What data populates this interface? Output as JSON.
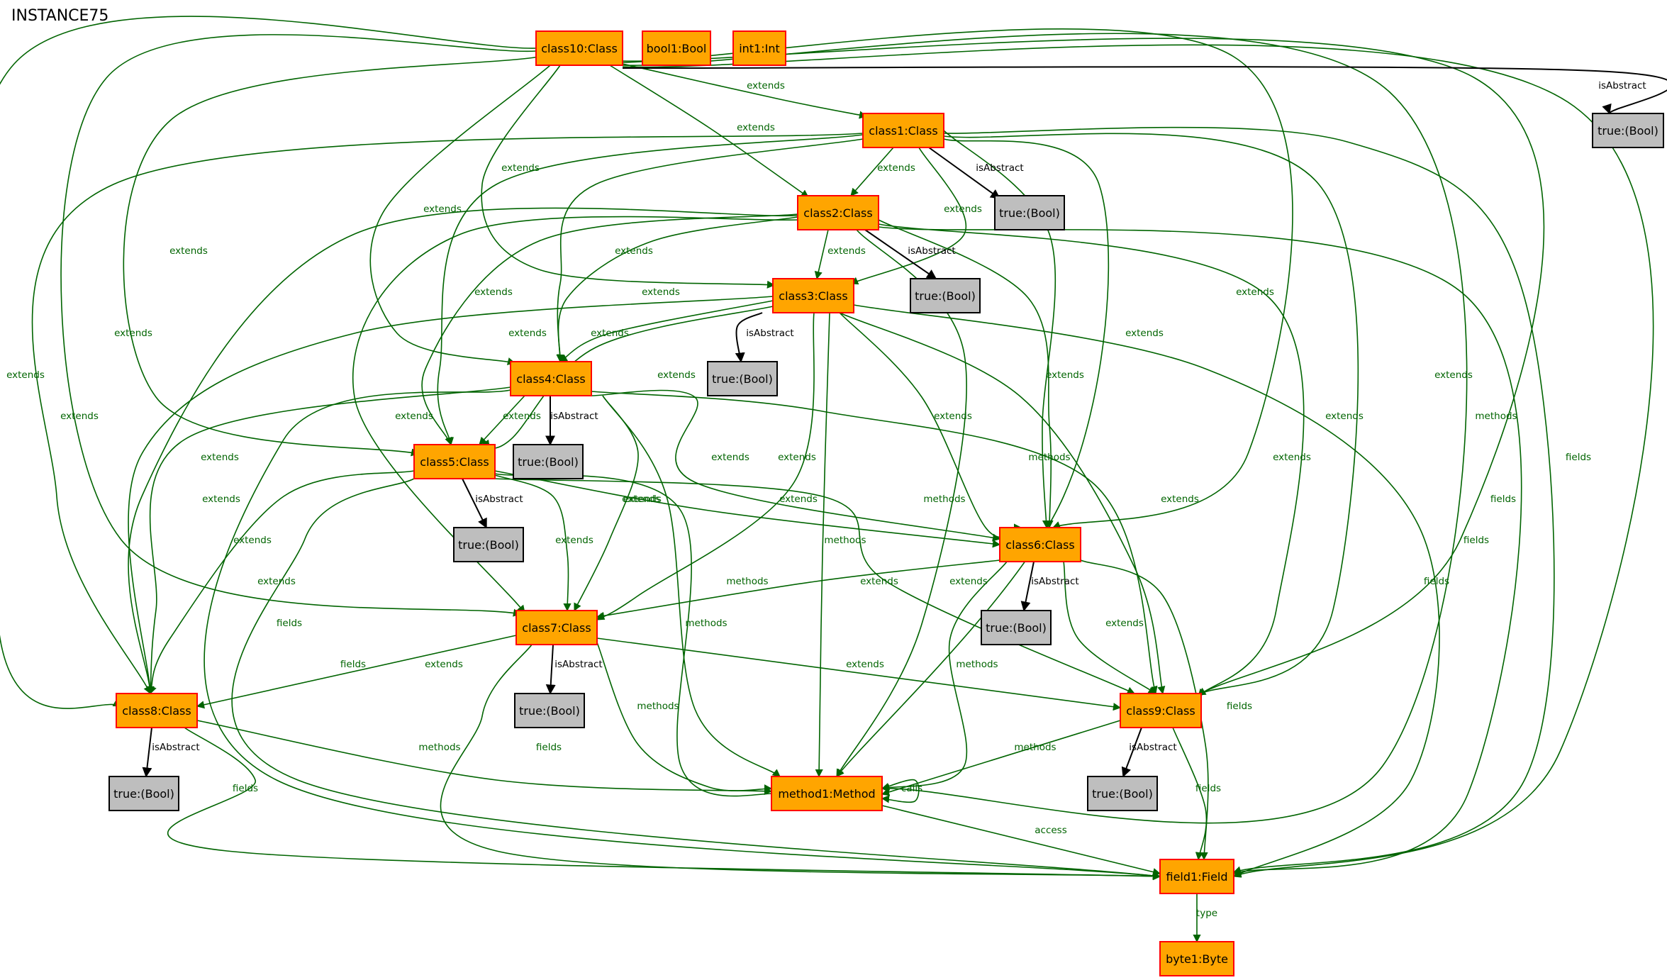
{
  "title": "INSTANCE75",
  "colors": {
    "object_fill": "#ffa500",
    "object_stroke": "#ff0000",
    "value_fill": "#bebebe",
    "value_stroke": "#000000",
    "edge_green": "#006400",
    "edge_black": "#000000"
  },
  "nodes": [
    {
      "id": "class10",
      "label": "class10:Class",
      "kind": "object"
    },
    {
      "id": "bool1",
      "label": "bool1:Bool",
      "kind": "object"
    },
    {
      "id": "int1",
      "label": "int1:Int",
      "kind": "object"
    },
    {
      "id": "class1",
      "label": "class1:Class",
      "kind": "object"
    },
    {
      "id": "class2",
      "label": "class2:Class",
      "kind": "object"
    },
    {
      "id": "class3",
      "label": "class3:Class",
      "kind": "object"
    },
    {
      "id": "class4",
      "label": "class4:Class",
      "kind": "object"
    },
    {
      "id": "class5",
      "label": "class5:Class",
      "kind": "object"
    },
    {
      "id": "class6",
      "label": "class6:Class",
      "kind": "object"
    },
    {
      "id": "class7",
      "label": "class7:Class",
      "kind": "object"
    },
    {
      "id": "class8",
      "label": "class8:Class",
      "kind": "object"
    },
    {
      "id": "class9",
      "label": "class9:Class",
      "kind": "object"
    },
    {
      "id": "method1",
      "label": "method1:Method",
      "kind": "object"
    },
    {
      "id": "field1",
      "label": "field1:Field",
      "kind": "object"
    },
    {
      "id": "byte1",
      "label": "byte1:Byte",
      "kind": "object"
    },
    {
      "id": "t10",
      "label": "true:(Bool)",
      "kind": "value"
    },
    {
      "id": "t1",
      "label": "true:(Bool)",
      "kind": "value"
    },
    {
      "id": "t2",
      "label": "true:(Bool)",
      "kind": "value"
    },
    {
      "id": "t3",
      "label": "true:(Bool)",
      "kind": "value"
    },
    {
      "id": "t4",
      "label": "true:(Bool)",
      "kind": "value"
    },
    {
      "id": "t5",
      "label": "true:(Bool)",
      "kind": "value"
    },
    {
      "id": "t6",
      "label": "true:(Bool)",
      "kind": "value"
    },
    {
      "id": "t7",
      "label": "true:(Bool)",
      "kind": "value"
    },
    {
      "id": "t8",
      "label": "true:(Bool)",
      "kind": "value"
    },
    {
      "id": "t9",
      "label": "true:(Bool)",
      "kind": "value"
    }
  ],
  "edges": [
    {
      "from": "class10",
      "to": "class1",
      "label": "extends"
    },
    {
      "from": "class10",
      "to": "class2",
      "label": "extends"
    },
    {
      "from": "class10",
      "to": "class3",
      "label": "extends"
    },
    {
      "from": "class10",
      "to": "class4",
      "label": "extends"
    },
    {
      "from": "class10",
      "to": "class5",
      "label": "extends"
    },
    {
      "from": "class10",
      "to": "class6",
      "label": "extends"
    },
    {
      "from": "class10",
      "to": "class7",
      "label": "extends"
    },
    {
      "from": "class10",
      "to": "class8",
      "label": "extends"
    },
    {
      "from": "class10",
      "to": "class9",
      "label": "extends"
    },
    {
      "from": "class10",
      "to": "method1",
      "label": "methods"
    },
    {
      "from": "class10",
      "to": "field1",
      "label": "fields"
    },
    {
      "from": "class10",
      "to": "t10",
      "label": "isAbstract"
    },
    {
      "from": "class1",
      "to": "class2",
      "label": "extends"
    },
    {
      "from": "class1",
      "to": "class3",
      "label": "extends"
    },
    {
      "from": "class1",
      "to": "class4",
      "label": "extends"
    },
    {
      "from": "class1",
      "to": "class5",
      "label": "extends"
    },
    {
      "from": "class1",
      "to": "class6",
      "label": "extends"
    },
    {
      "from": "class1",
      "to": "class8",
      "label": "extends"
    },
    {
      "from": "class1",
      "to": "class9",
      "label": "extends"
    },
    {
      "from": "class1",
      "to": "method1",
      "label": "methods"
    },
    {
      "from": "class1",
      "to": "field1",
      "label": "fields"
    },
    {
      "from": "class1",
      "to": "t1",
      "label": "isAbstract"
    },
    {
      "from": "class2",
      "to": "class3",
      "label": "extends"
    },
    {
      "from": "class2",
      "to": "class4",
      "label": "extends"
    },
    {
      "from": "class2",
      "to": "class5",
      "label": "extends"
    },
    {
      "from": "class2",
      "to": "class6",
      "label": "extends"
    },
    {
      "from": "class2",
      "to": "class7",
      "label": "extends"
    },
    {
      "from": "class2",
      "to": "class8",
      "label": "extends"
    },
    {
      "from": "class2",
      "to": "class9",
      "label": "extends"
    },
    {
      "from": "class2",
      "to": "method1",
      "label": "methods"
    },
    {
      "from": "class2",
      "to": "field1",
      "label": "fields"
    },
    {
      "from": "class2",
      "to": "t2",
      "label": "isAbstract"
    },
    {
      "from": "class3",
      "to": "class4",
      "label": "extends"
    },
    {
      "from": "class3",
      "to": "class5",
      "label": "extends"
    },
    {
      "from": "class3",
      "to": "class6",
      "label": "extends"
    },
    {
      "from": "class3",
      "to": "class7",
      "label": "extends"
    },
    {
      "from": "class3",
      "to": "class8",
      "label": "extends"
    },
    {
      "from": "class3",
      "to": "class9",
      "label": "extends"
    },
    {
      "from": "class3",
      "to": "method1",
      "label": "methods"
    },
    {
      "from": "class3",
      "to": "field1",
      "label": "fields"
    },
    {
      "from": "class3",
      "to": "t3",
      "label": "isAbstract"
    },
    {
      "from": "class4",
      "to": "class5",
      "label": "extends"
    },
    {
      "from": "class4",
      "to": "class6",
      "label": "extends"
    },
    {
      "from": "class4",
      "to": "class7",
      "label": "extends"
    },
    {
      "from": "class4",
      "to": "class8",
      "label": "extends"
    },
    {
      "from": "class4",
      "to": "class9",
      "label": "extends"
    },
    {
      "from": "class4",
      "to": "method1",
      "label": "methods"
    },
    {
      "from": "class4",
      "to": "field1",
      "label": "fields"
    },
    {
      "from": "class4",
      "to": "t4",
      "label": "isAbstract"
    },
    {
      "from": "class5",
      "to": "class6",
      "label": "extends"
    },
    {
      "from": "class5",
      "to": "class7",
      "label": "extends"
    },
    {
      "from": "class5",
      "to": "class8",
      "label": "extends"
    },
    {
      "from": "class5",
      "to": "class9",
      "label": "extends"
    },
    {
      "from": "class5",
      "to": "method1",
      "label": "methods"
    },
    {
      "from": "class5",
      "to": "field1",
      "label": "fields"
    },
    {
      "from": "class5",
      "to": "t5",
      "label": "isAbstract"
    },
    {
      "from": "class6",
      "to": "class7",
      "label": "extends"
    },
    {
      "from": "class6",
      "to": "class9",
      "label": "extends"
    },
    {
      "from": "class6",
      "to": "method1",
      "label": "methods"
    },
    {
      "from": "class6",
      "to": "field1",
      "label": "fields"
    },
    {
      "from": "class6",
      "to": "t6",
      "label": "isAbstract"
    },
    {
      "from": "class7",
      "to": "class8",
      "label": "extends"
    },
    {
      "from": "class7",
      "to": "class9",
      "label": "extends"
    },
    {
      "from": "class7",
      "to": "method1",
      "label": "methods"
    },
    {
      "from": "class7",
      "to": "field1",
      "label": "fields"
    },
    {
      "from": "class7",
      "to": "t7",
      "label": "isAbstract"
    },
    {
      "from": "class8",
      "to": "method1",
      "label": "methods"
    },
    {
      "from": "class8",
      "to": "field1",
      "label": "fields"
    },
    {
      "from": "class8",
      "to": "t8",
      "label": "isAbstract"
    },
    {
      "from": "class9",
      "to": "method1",
      "label": "methods"
    },
    {
      "from": "class9",
      "to": "field1",
      "label": "fields"
    },
    {
      "from": "class9",
      "to": "t9",
      "label": "isAbstract"
    },
    {
      "from": "method1",
      "to": "method1",
      "label": "calls"
    },
    {
      "from": "method1",
      "to": "field1",
      "label": "access"
    },
    {
      "from": "field1",
      "to": "byte1",
      "label": "type"
    }
  ]
}
